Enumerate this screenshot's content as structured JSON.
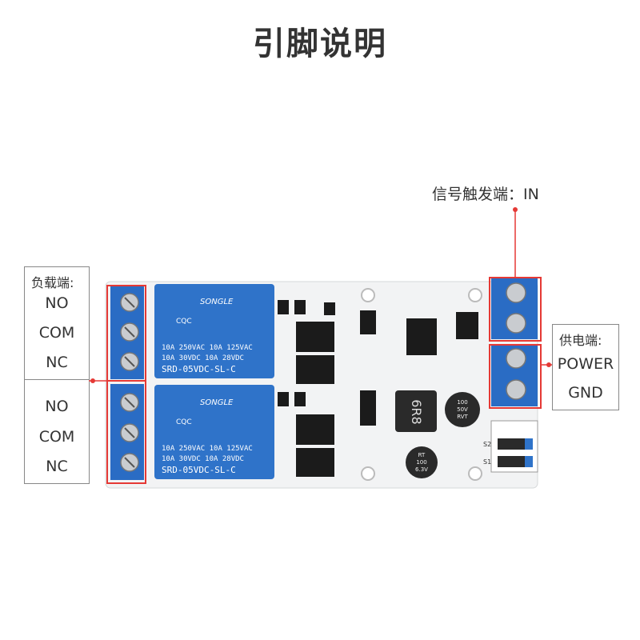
{
  "title": "引脚说明",
  "signal_label": "信号触发端：IN",
  "load": {
    "header": "负载端:",
    "group1": [
      "NO",
      "COM",
      "NC"
    ],
    "group2": [
      "NO",
      "COM",
      "NC"
    ]
  },
  "power": {
    "header": "供电端:",
    "items": [
      "POWER",
      "GND"
    ]
  },
  "relay1": {
    "brand": "SONGLE",
    "cert": "CQC",
    "rating1": "10A 250VAC  10A 125VAC",
    "rating2": "10A 30VDC  10A 28VDC",
    "model": "SRD-05VDC-SL-C"
  },
  "relay2": {
    "brand": "SONGLE",
    "cert": "CQC",
    "rating1": "10A 250VAC  10A 125VAC",
    "rating2": "10A 30VDC  10A 28VDC",
    "model": "SRD-05VDC-SL-C"
  },
  "inductor_marking": "6R8",
  "cap1_marking": [
    "100",
    "50V",
    "RVT"
  ],
  "cap2_marking": [
    "RT",
    "100",
    "6.3V"
  ],
  "jumper_labels": [
    "S2",
    "S1"
  ],
  "colors": {
    "relay": "#2f73c9",
    "terminal": "#2a6cc4",
    "pcb": "#f2f3f4",
    "highlight": "#e53935"
  }
}
